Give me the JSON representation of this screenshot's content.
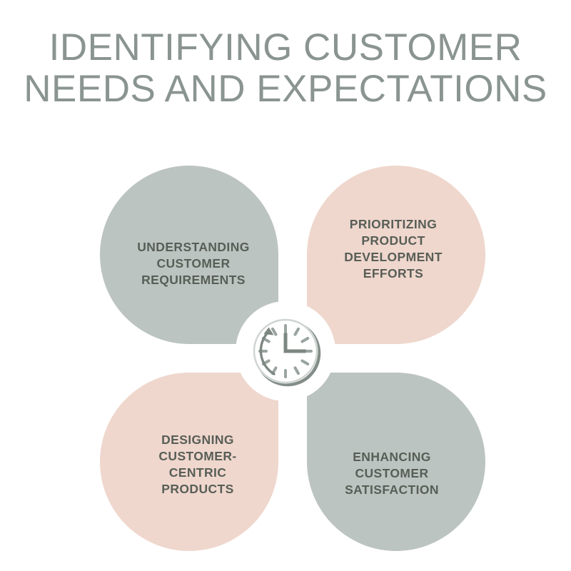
{
  "title": {
    "line1": "IDENTIFYING CUSTOMER",
    "line2": "NEEDS AND EXPECTATIONS"
  },
  "colors": {
    "sage": "#bcc4c1",
    "blush": "#efd7cd",
    "title_text": "#8a9491",
    "label_text": "#585e57",
    "clock_stroke": "#7c8781",
    "background": "#ffffff"
  },
  "center": {
    "icon": "clock-rotate-icon",
    "hour_hand": "12",
    "minute_hand": "3",
    "tick_count": 12
  },
  "petals": [
    {
      "id": "understanding-customer-requirements",
      "position": "top-left",
      "color": "#bcc4c1",
      "label": "UNDERSTANDING\nCUSTOMER\nREQUIREMENTS"
    },
    {
      "id": "prioritizing-product-development-efforts",
      "position": "top-right",
      "color": "#efd7cd",
      "label": "PRIORITIZING\nPRODUCT\nDEVELOPMENT\nEFFORTS"
    },
    {
      "id": "designing-customer-centric-products",
      "position": "bottom-left",
      "color": "#efd7cd",
      "label": "DESIGNING\nCUSTOMER-\nCENTRIC\nPRODUCTS"
    },
    {
      "id": "enhancing-customer-satisfaction",
      "position": "bottom-right",
      "color": "#bcc4c1",
      "label": "ENHANCING\nCUSTOMER\nSATISFACTION"
    }
  ]
}
